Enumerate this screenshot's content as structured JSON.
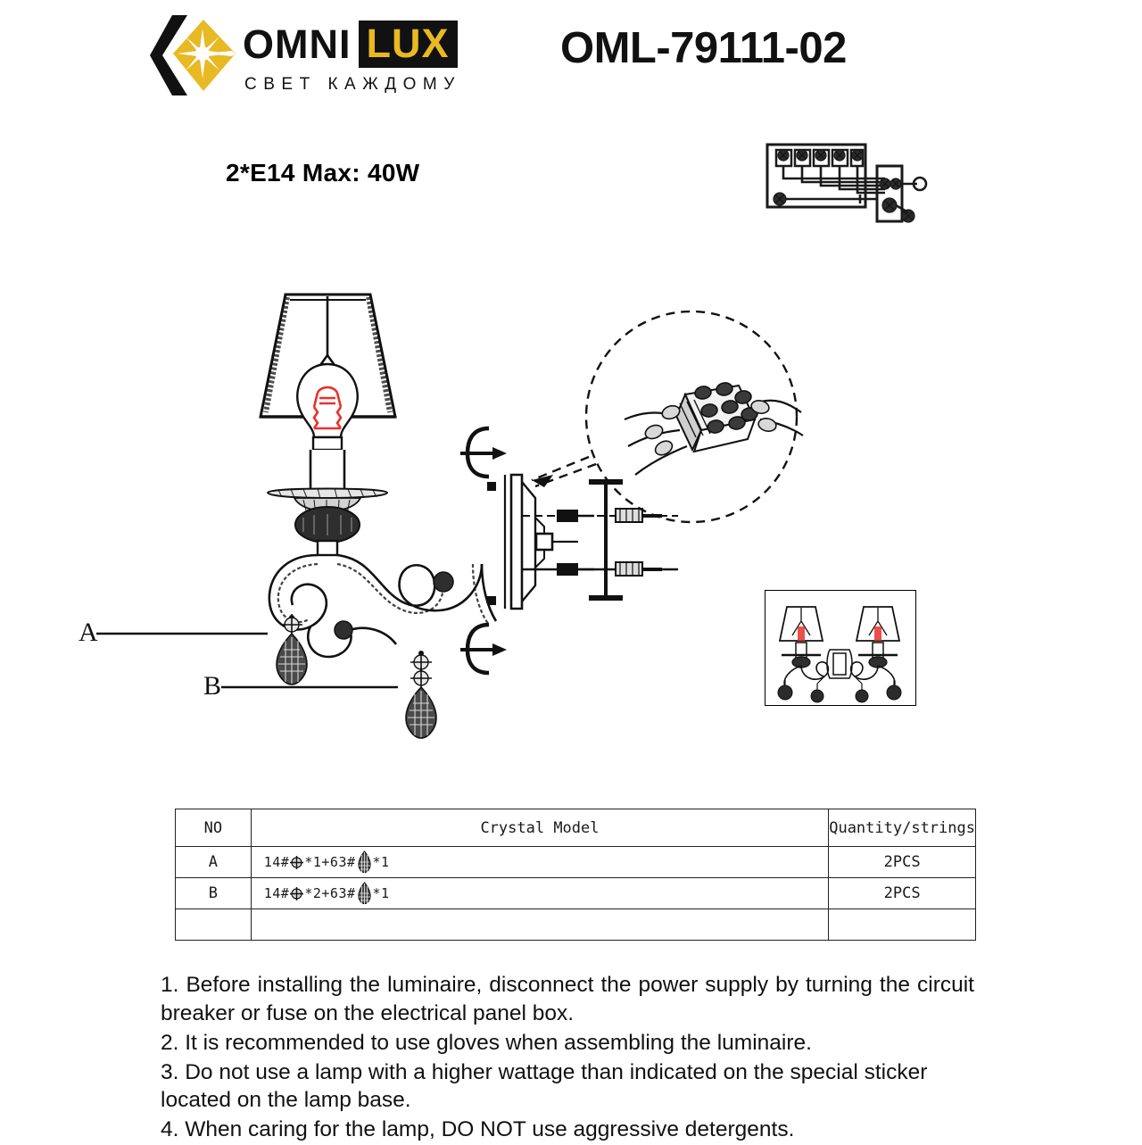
{
  "header": {
    "brand_omni": "OMNI",
    "brand_lux": "LUX",
    "slogan": "СВЕТ КАЖДОМУ",
    "product_code": "OML-79111-02",
    "logo_icon": "omnilux-diamond-burst-logo",
    "accent_color": "#E8B923",
    "dark_color": "#111111"
  },
  "spec": {
    "lamp_spec": "2*E14 Max: 40W"
  },
  "diagram": {
    "callout_a": "A",
    "callout_b": "B",
    "terminal_block_icon": "terminal-block-wiring-icon",
    "magnifier_icon": "magnified-connector-detail",
    "rotation_icon": "rotate-to-assemble-arrow",
    "thumbnail_icon": "two-arm-wall-sconce-thumbnail",
    "bulb_filament_color": "#E8312A"
  },
  "table": {
    "headers": [
      "NO",
      "Crystal     Model",
      "Quantity/strings"
    ],
    "rows": [
      {
        "no": "A",
        "model_prefix": "14#",
        "bead_icon": "round-crystal-bead-icon",
        "model_mid": "*1+63#",
        "drop_icon": "teardrop-crystal-pendant-icon",
        "model_suffix": "*1",
        "quantity": "2PCS"
      },
      {
        "no": "B",
        "model_prefix": "14#",
        "bead_icon": "round-crystal-bead-icon",
        "model_mid": "*2+63#",
        "drop_icon": "teardrop-crystal-pendant-icon",
        "model_suffix": "*1",
        "quantity": "2PCS"
      }
    ]
  },
  "instructions": [
    "1. Before installing the luminaire, disconnect the power supply by turning the circuit breaker or fuse on the electrical panel box.",
    "2. It is recommended to use gloves when assembling the luminaire.",
    "3. Do not use a lamp with a higher wattage than indicated on the special sticker located on the lamp base.",
    "4. When caring for the lamp, DO NOT use aggressive detergents."
  ]
}
